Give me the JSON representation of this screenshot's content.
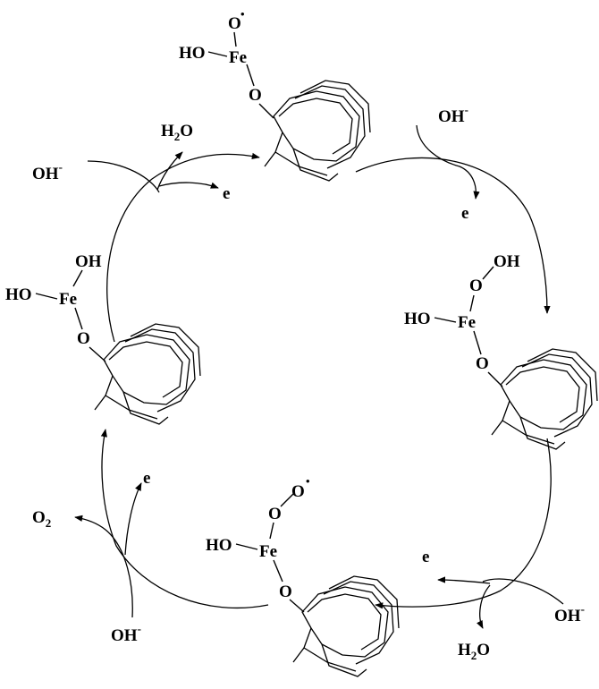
{
  "species": {
    "top": {
      "o_radical": "O",
      "dot": "•",
      "ho": "HO",
      "fe": "Fe",
      "o_link": "O"
    },
    "left": {
      "oh": "OH",
      "ho": "HO",
      "fe": "Fe",
      "o_link": "O"
    },
    "right": {
      "o_top": "O",
      "oh": "OH",
      "ho": "HO",
      "fe": "Fe",
      "o_link": "O"
    },
    "bottom": {
      "o_top": "O",
      "o_radical": "O",
      "dot": "•",
      "ho": "HO",
      "fe": "Fe",
      "o_link": "O"
    }
  },
  "side_labels": {
    "top_left": {
      "water": "H",
      "water_sub": "2",
      "water_o": "O",
      "hydroxide": "OH",
      "hydroxide_sup": "-",
      "electron": "e"
    },
    "top_right": {
      "hydroxide": "OH",
      "hydroxide_sup": "-",
      "electron": "e"
    },
    "bottom_right": {
      "electron": "e",
      "hydroxide": "OH",
      "hydroxide_sup": "-",
      "water": "H",
      "water_sub": "2",
      "water_o": "O"
    },
    "bottom_left": {
      "oxygen": "O",
      "oxygen_sub": "2",
      "electron": "e",
      "hydroxide": "OH",
      "hydroxide_sup": "-"
    }
  }
}
